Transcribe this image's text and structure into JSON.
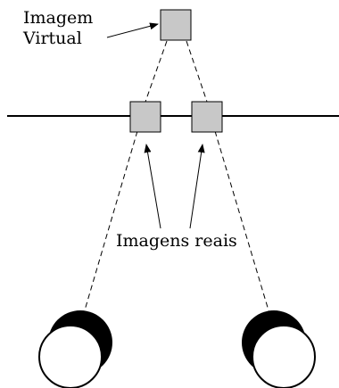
{
  "labels": {
    "virtual_line1": "Imagem",
    "virtual_line2": "Virtual",
    "real": "Imagens reais"
  },
  "colors": {
    "box_fill": "#c8c8c8",
    "stroke": "#000000",
    "background": "#ffffff"
  }
}
